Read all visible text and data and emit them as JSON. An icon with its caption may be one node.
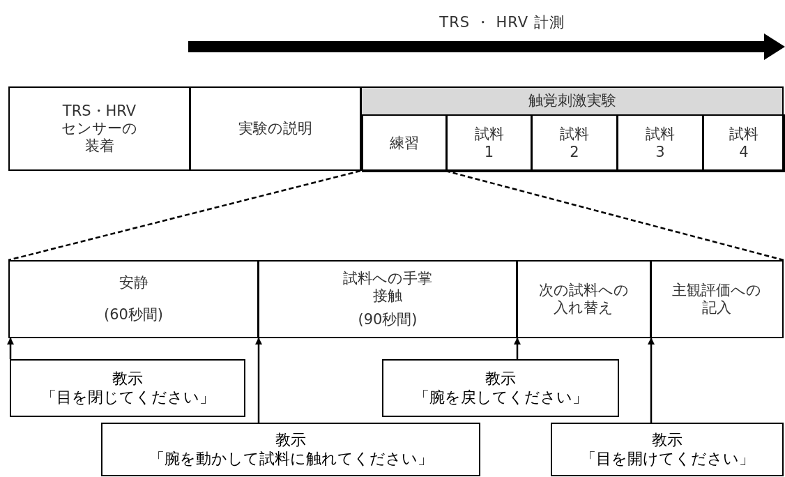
{
  "diagram": {
    "nodes": [
      {
        "text": [
          "TRS・HRVセンサーの装着"
        ]
      },
      {
        "text": [
          "実験の説明"
        ]
      },
      {
        "text": [
          "触覚刺激実験"
        ]
      },
      {
        "text": [
          "練習"
        ],
        "in": 2
      },
      {
        "text": [
          "試料1"
        ],
        "in": 2
      },
      {
        "text": [
          "試料2"
        ],
        "in": 2
      },
      {
        "text": [
          "試料3"
        ],
        "in": 2
      },
      {
        "text": [
          "試料4"
        ],
        "in": 2
      },
      {
        "text": [
          "安静",
          "(60秒間)"
        ]
      },
      {
        "text": [
          "試料への手掌接触",
          "(90秒間)"
        ]
      },
      {
        "text": [
          "次の試料への入れ替え"
        ]
      },
      {
        "text": [
          "主観評価への記入"
        ]
      },
      {
        "text": [
          "教示",
          "「目を閉じてください」"
        ]
      },
      {
        "text": [
          "教示",
          "「腕を戻してください」"
        ]
      },
      {
        "text": [
          "教示",
          "「腕を動かして試料に触れてください」"
        ]
      },
      {
        "text": [
          "教示",
          "「目を開けてください」"
        ]
      }
    ],
    "edges": [
      {
        "from": 3,
        "to": 8,
        "arrow": "none",
        "style": "dashed"
      },
      {
        "from": 3,
        "to": 11,
        "arrow": "none",
        "style": "dashed"
      },
      {
        "from": 12,
        "to": 8,
        "arrow": "to"
      },
      {
        "from": 14,
        "to": 9,
        "arrow": "to"
      },
      {
        "from": 13,
        "to": 10,
        "arrow": "to"
      },
      {
        "from": 15,
        "to": 11,
        "arrow": "to"
      }
    ],
    "labels": [
      "TRS ・ HRV 計測"
    ]
  }
}
